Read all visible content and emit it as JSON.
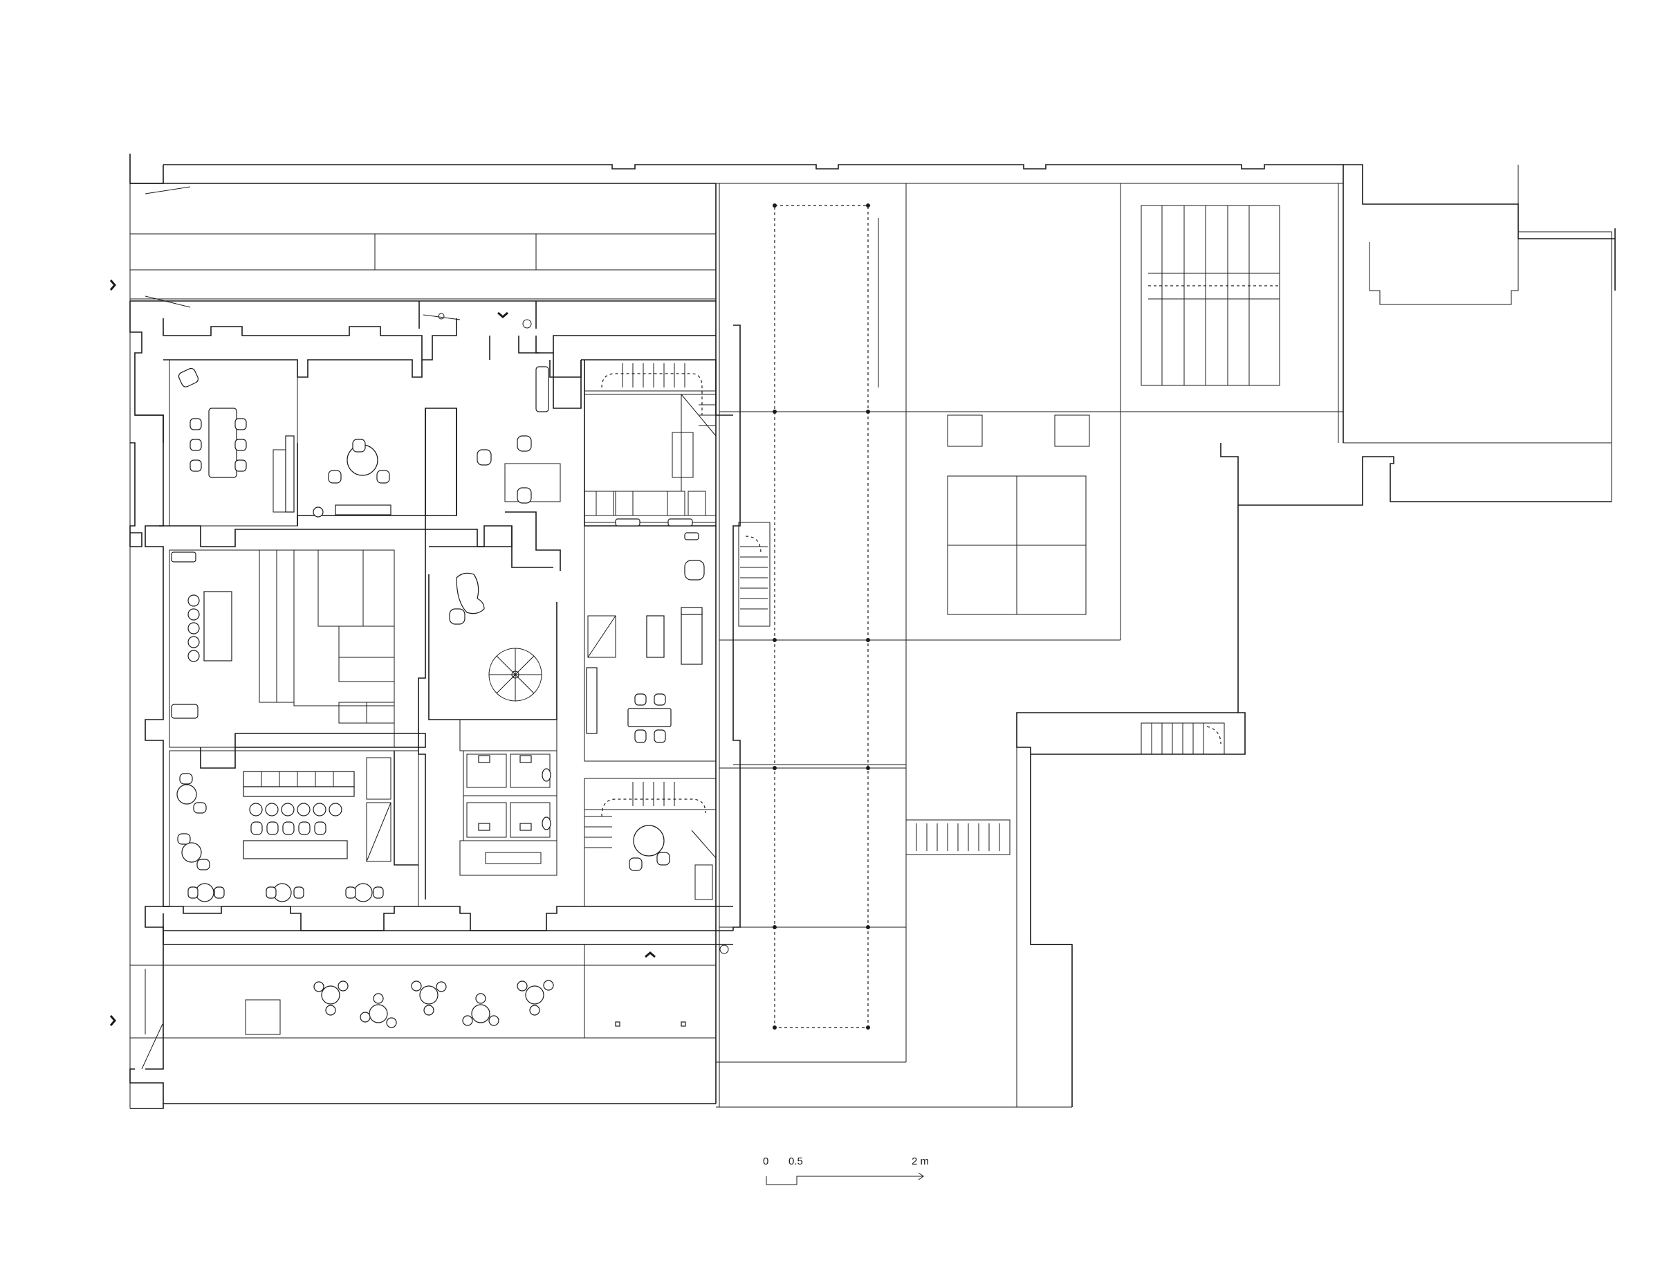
{
  "scale_bar": {
    "labels": [
      "0",
      "0.5",
      "2 m"
    ]
  }
}
